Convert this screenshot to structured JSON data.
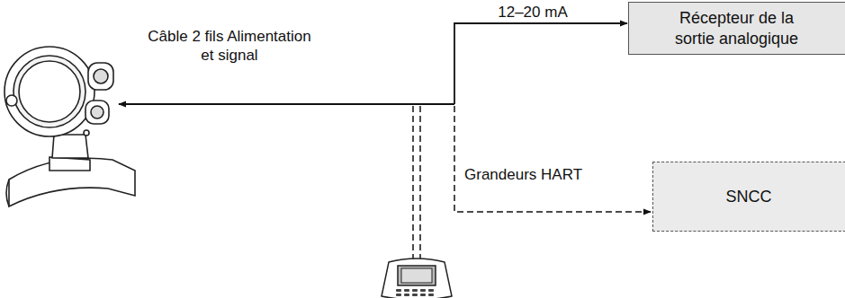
{
  "diagram": {
    "nodes": [
      {
        "text": [
          "Récepteur de la sortie analogique"
        ]
      },
      {
        "text": [
          "SNCC"
        ]
      }
    ],
    "labels": [
      "Câble 2 fils Alimentation et signal",
      "12–20 mA",
      "Grandeurs HART"
    ]
  }
}
